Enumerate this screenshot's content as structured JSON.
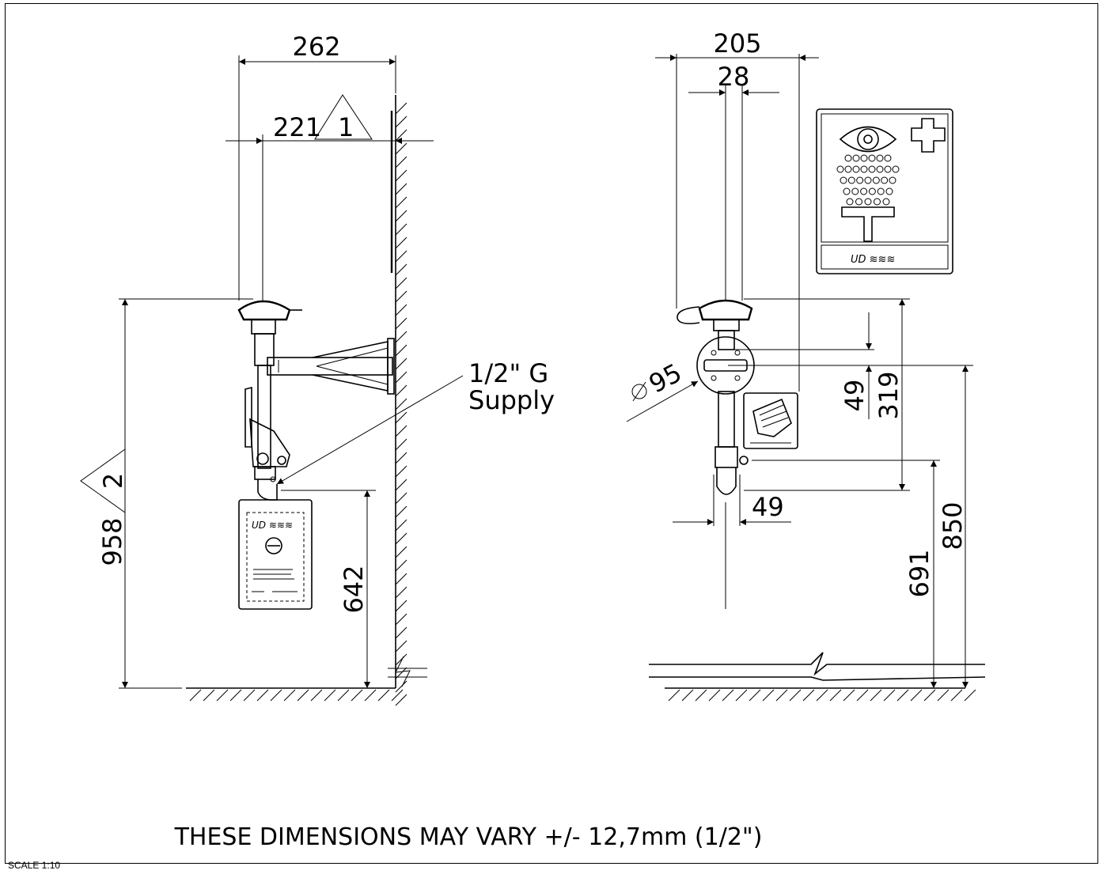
{
  "side_view": {
    "dim_width": "262",
    "dim_offset": "221",
    "revision_1": "1",
    "dim_height": "958",
    "revision_2": "2",
    "dim_supply_height": "642",
    "supply_label_line1": "1/2\" G",
    "supply_label_line2": "Supply"
  },
  "front_view": {
    "dim_width": "205",
    "dim_pipe": "28",
    "dim_diameter": "95",
    "dim_small_v": "49",
    "dim_319": "319",
    "dim_49_h": "49",
    "dim_850": "850",
    "dim_691": "691"
  },
  "footer": {
    "tolerance_note": "THESE DIMENSIONS MAY VARY +/- 12,7mm (1/2\")",
    "scale": "SCALE 1:10"
  },
  "icons": [
    "eyewash-sign-icon",
    "hand-push-sign-icon",
    "brand-logo",
    "warning-triangle-icon"
  ]
}
